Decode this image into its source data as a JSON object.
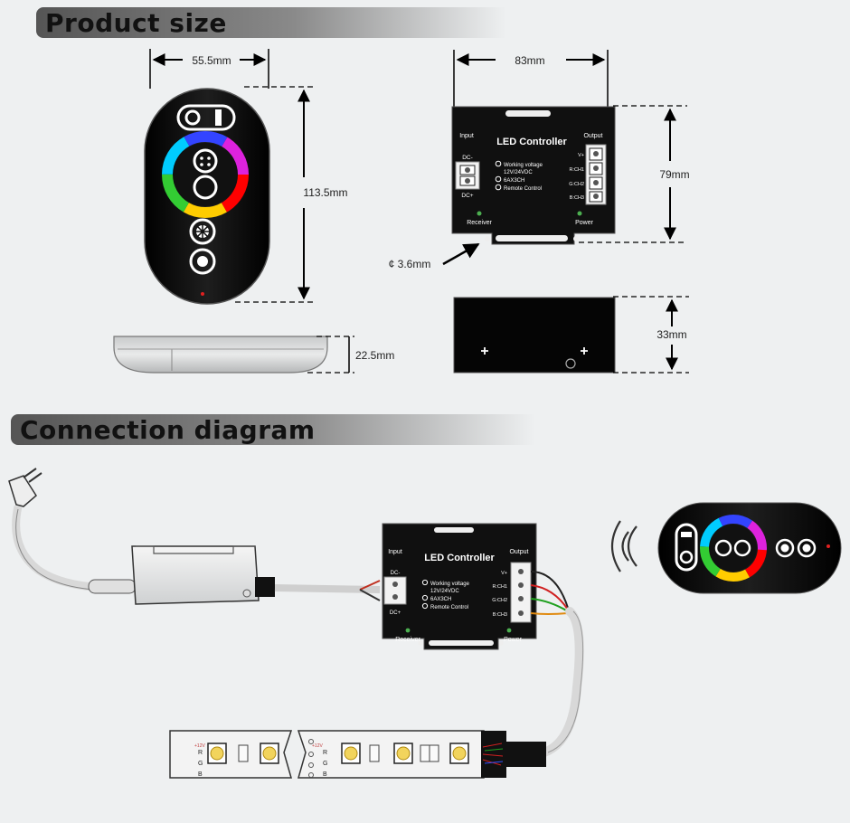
{
  "headings": {
    "product_size": "Product size",
    "connection_diagram": "Connection diagram"
  },
  "dimensions": {
    "remote_width": "55.5mm",
    "remote_height": "113.5mm",
    "remote_thickness": "22.5mm",
    "controller_width": "83mm",
    "controller_height": "79mm",
    "controller_depth": "33mm",
    "hole_diameter": "¢ 3.6mm"
  },
  "controller": {
    "title": "LED Controller",
    "input": "Input",
    "output": "Output",
    "dc_minus": "DC-",
    "dc_plus": "DC+",
    "spec_voltage": "Working voltage",
    "spec_voltage_value": "12V/24VDC",
    "spec_current": "6AX3CH",
    "spec_remote": "Remote Control",
    "ch_vplus": "V+",
    "ch_r": "R:CH1",
    "ch_g": "G:CH2",
    "ch_b": "B:CH3",
    "receiver": "Receiver",
    "power": "Power"
  },
  "strip_pads": [
    "+12V",
    "R",
    "G",
    "B"
  ],
  "colors": {
    "header_dark": "#3a3a3a",
    "controller_bg": "#111111",
    "page_bg": "#eef0f1"
  }
}
